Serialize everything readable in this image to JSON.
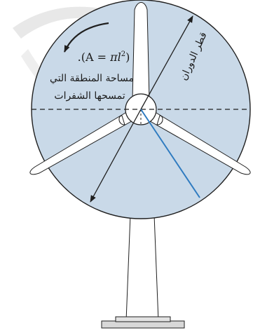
{
  "diagram": {
    "formula": {
      "open": ".(A = ",
      "pi": "π",
      "l": "l",
      "exp": "2",
      "close": ")"
    },
    "area_label_line1": "مساحة المنطقة التي",
    "area_label_line2": "تمسحها الشفرات",
    "diameter_label": "قطر الدوران",
    "colors": {
      "disk_fill": "#c9d9e8",
      "outline": "#1f1f1f",
      "radius_line": "#2f7bc0",
      "tower_fill": "#ffffff",
      "base_fill": "#d8d8d8",
      "watermark": "#e4e4e4"
    }
  }
}
